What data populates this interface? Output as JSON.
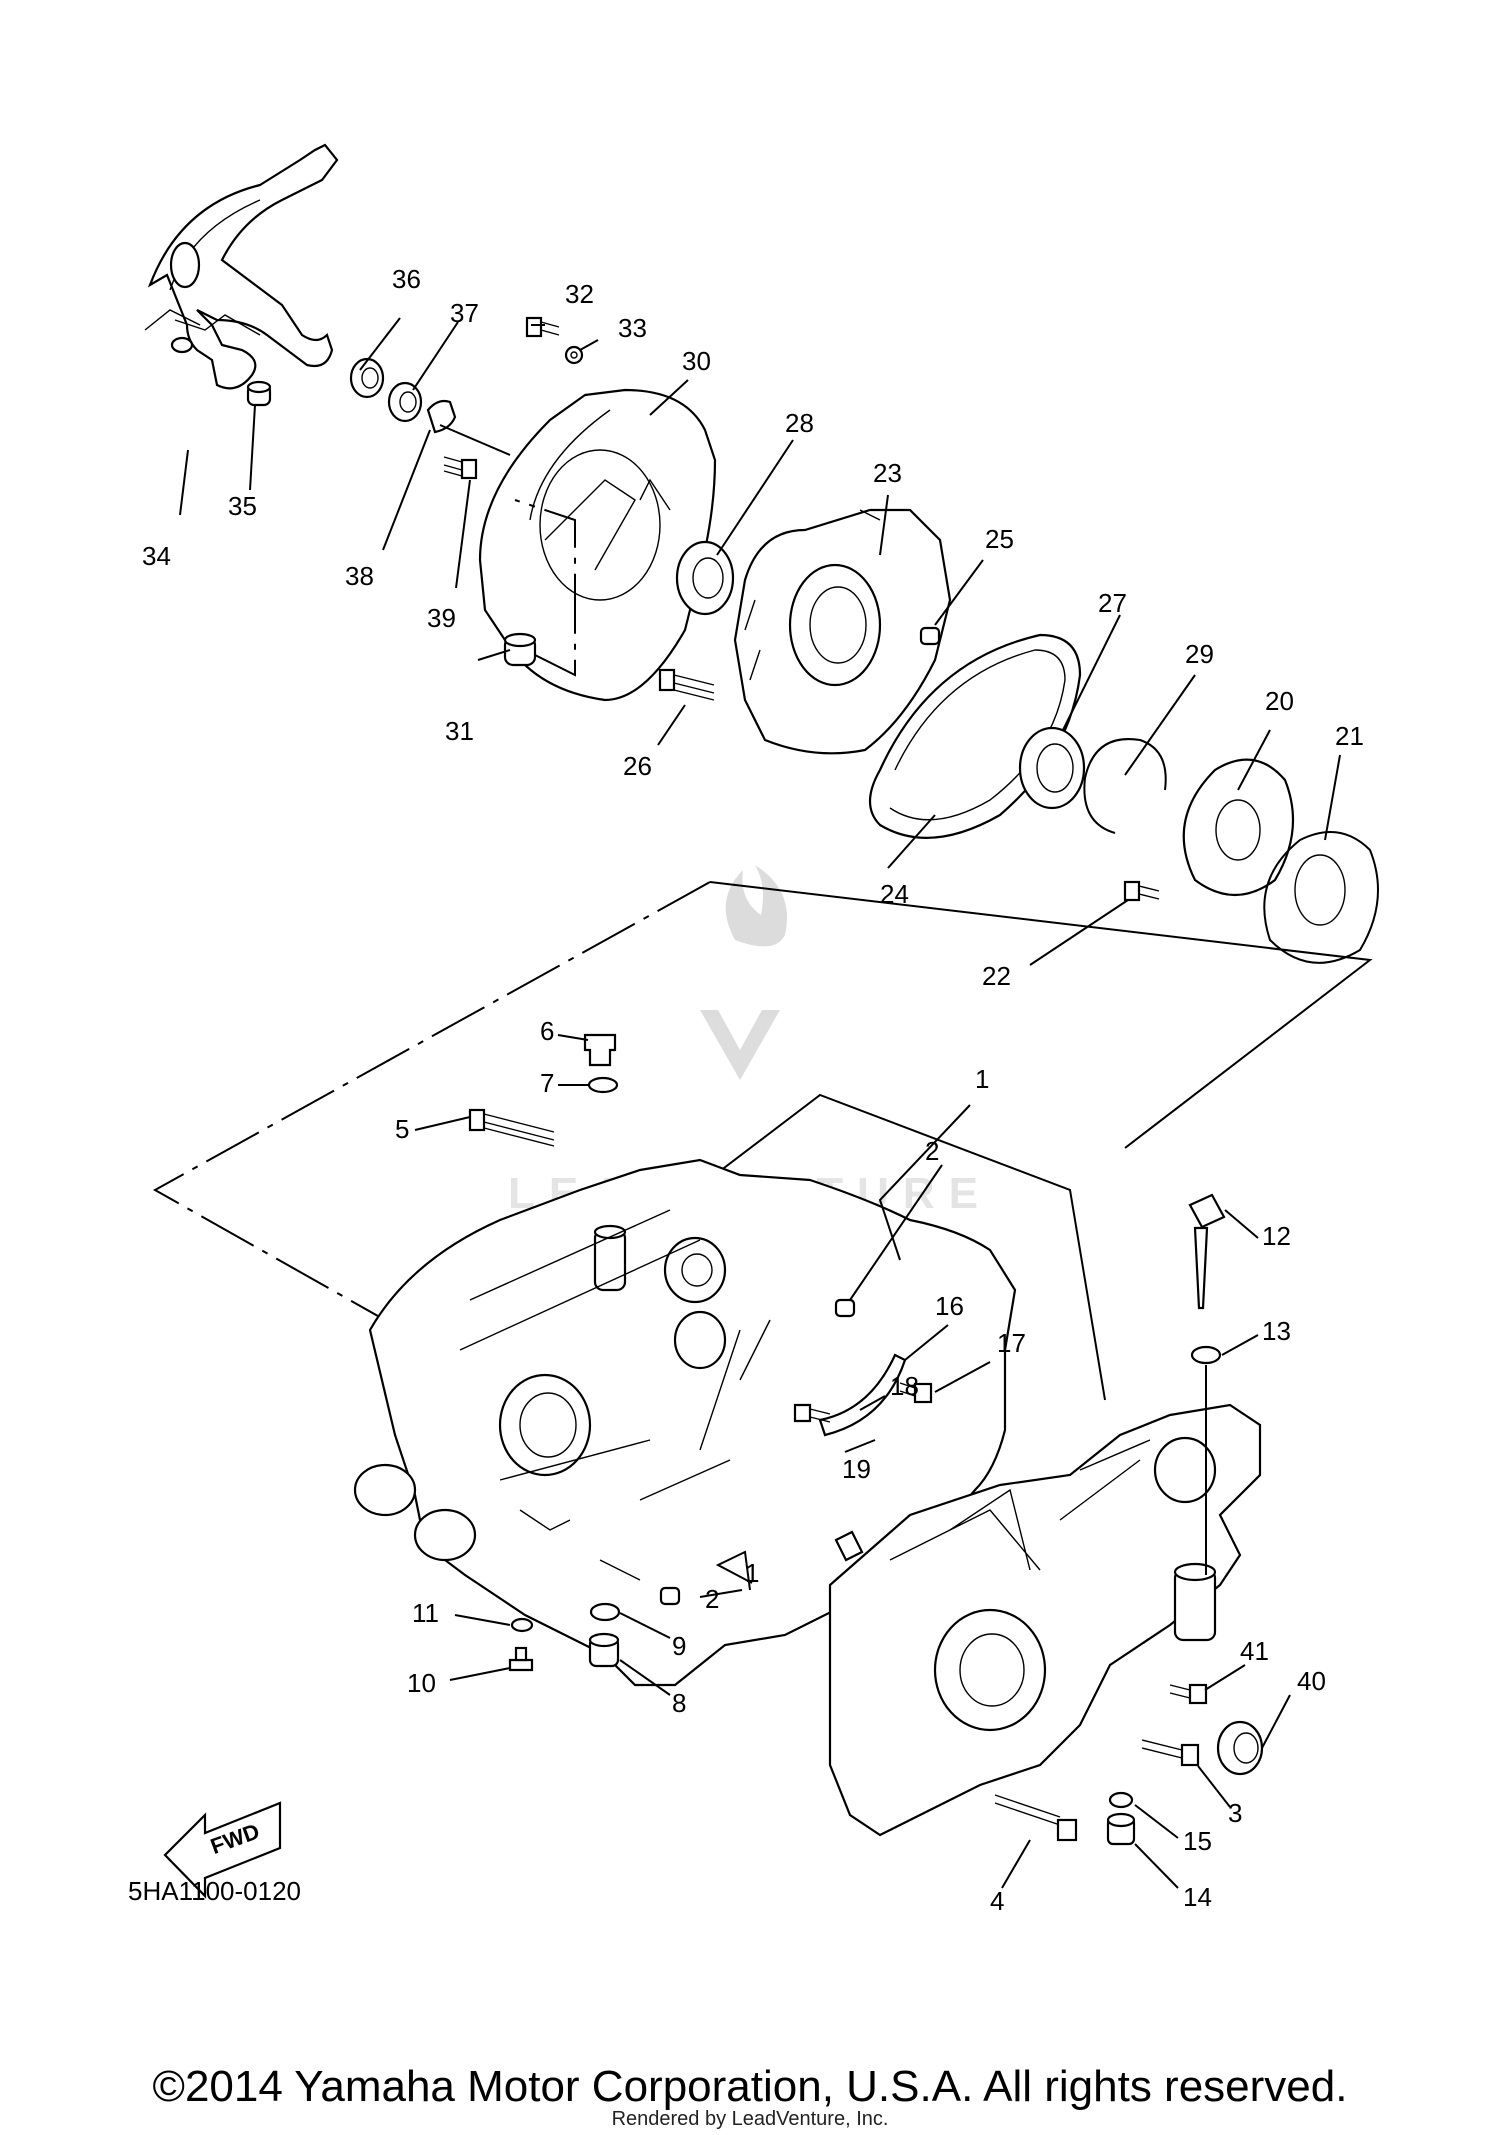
{
  "diagram": {
    "code": "5HA1100-0120",
    "fwd_label": "FWD",
    "watermark": "LEADVENTURE",
    "labels": [
      "1",
      "2",
      "3",
      "4",
      "5",
      "6",
      "7",
      "8",
      "9",
      "10",
      "11",
      "12",
      "13",
      "14",
      "15",
      "16",
      "17",
      "18",
      "19",
      "20",
      "21",
      "22",
      "23",
      "24",
      "25",
      "26",
      "27",
      "28",
      "29",
      "30",
      "31",
      "32",
      "33",
      "34",
      "35",
      "36",
      "37",
      "38",
      "39",
      "40",
      "41",
      "2",
      "1"
    ]
  },
  "footer": {
    "copyright": "©2014 Yamaha Motor Corporation, U.S.A. All rights reserved.",
    "rendered_by": "Rendered by LeadVenture, Inc."
  }
}
